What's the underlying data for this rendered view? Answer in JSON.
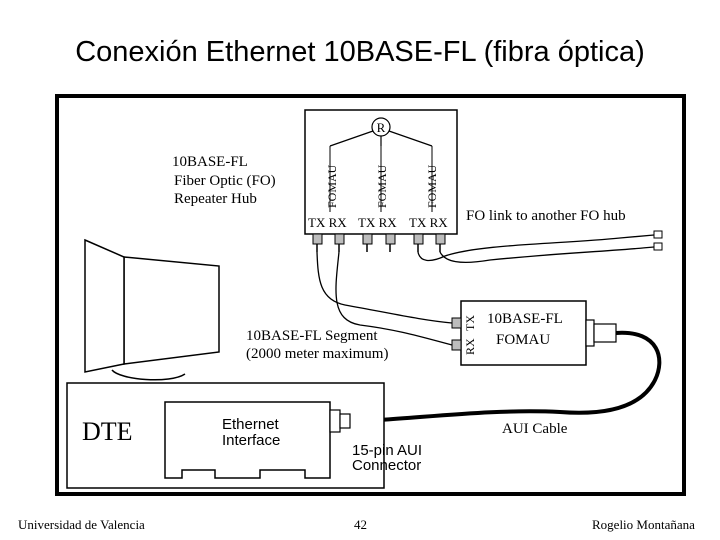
{
  "title": "Conexión Ethernet 10BASE-FL (fibra óptica)",
  "diagram": {
    "repeater_hub": {
      "line1": "10BASE-FL",
      "line2": "Fiber Optic (FO)",
      "line3": "Repeater Hub",
      "repeater_symbol": "R",
      "fomau_label": "FOMAU",
      "port_labels": [
        "TX RX",
        "TX RX",
        "TX RX"
      ]
    },
    "fo_link_label": "FO link to another FO hub",
    "segment": {
      "line1": "10BASE-FL Segment",
      "line2": "(2000 meter maximum)"
    },
    "fomau_device": {
      "line1": "10BASE-FL",
      "line2": "FOMAU",
      "tx": "TX",
      "rx": "RX"
    },
    "dte_label": "DTE",
    "ethernet_interface": {
      "line1": "Ethernet",
      "line2": "Interface"
    },
    "aui_cable_label": "AUI Cable",
    "aui_connector": {
      "line1": "15-pin AUI",
      "line2": "Connector"
    }
  },
  "footer": {
    "left": "Universidad de Valencia",
    "center": "42",
    "right": "Rogelio Montañana"
  }
}
